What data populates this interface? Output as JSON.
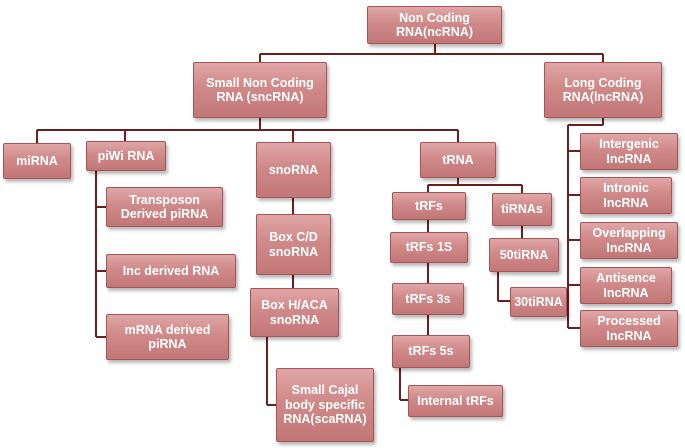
{
  "nodes": [
    {
      "id": "root",
      "text": "Non Coding\nRNA(ncRNA)"
    },
    {
      "id": "small",
      "text": "Small Non Coding\nRNA (sncRNA)"
    },
    {
      "id": "long",
      "text": "Long Coding\nRNA(lncRNA)"
    },
    {
      "id": "mirna",
      "text": "miRNA"
    },
    {
      "id": "piwi",
      "text": "piWi RNA"
    },
    {
      "id": "snorna",
      "text": "snoRNA"
    },
    {
      "id": "trna",
      "text": "tRNA"
    },
    {
      "id": "transposon",
      "text": "Transposon\nDerived piRNA"
    },
    {
      "id": "inc",
      "text": "Inc derived RNA"
    },
    {
      "id": "mrna",
      "text": "mRNA derived\npiRNA"
    },
    {
      "id": "boxcd",
      "text": "Box C/D\nsnoRNA"
    },
    {
      "id": "boxhaca",
      "text": "Box H/ACA\nsnoRNA"
    },
    {
      "id": "scarna",
      "text": "Small Cajal\nbody specific\nRNA(scaRNA)"
    },
    {
      "id": "trfs",
      "text": "tRFs"
    },
    {
      "id": "trfs1s",
      "text": "tRFs 1S"
    },
    {
      "id": "trfs3s",
      "text": "tRFs  3s"
    },
    {
      "id": "trfs5s",
      "text": "tRFs 5s"
    },
    {
      "id": "internal",
      "text": "Internal tRFs"
    },
    {
      "id": "tirnas",
      "text": "tiRNAs"
    },
    {
      "id": "ti50",
      "text": "50tiRNA"
    },
    {
      "id": "ti30",
      "text": "30tiRNA"
    },
    {
      "id": "intergenic",
      "text": "Intergenic\nIncRNA"
    },
    {
      "id": "intronic",
      "text": "Intronic\nIncRNA"
    },
    {
      "id": "overlapping",
      "text": "Overlapping\nIncRNA"
    },
    {
      "id": "antisence",
      "text": "Antisence\nIncRNA"
    },
    {
      "id": "processed",
      "text": "Processed\nIncRNA"
    }
  ]
}
